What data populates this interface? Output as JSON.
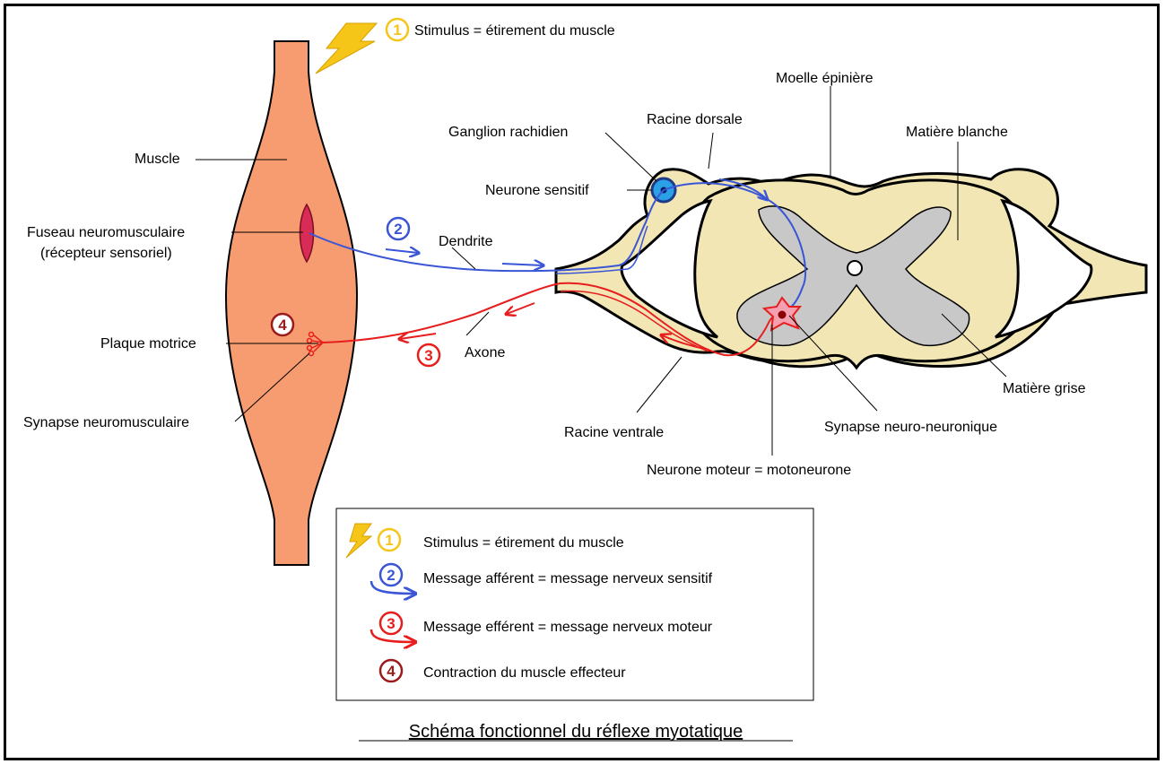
{
  "colors": {
    "muscle": "#F79C70",
    "spinal_cord": "#F2E6B4",
    "grey_matter": "#C8C8C8",
    "afferent": "#3A56D6",
    "efferent": "#E61E1E",
    "stimulus": "#F5C518",
    "contraction": "#9B1B1B"
  },
  "numbers": {
    "n1": "1",
    "n2": "2",
    "n3": "3",
    "n4": "4"
  },
  "labels": {
    "stimulus": "Stimulus = étirement du muscle",
    "muscle": "Muscle",
    "fuseau_line1": "Fuseau neuromusculaire",
    "fuseau_line2": "(récepteur sensoriel)",
    "plaque": "Plaque motrice",
    "synapse_nm": "Synapse neuromusculaire",
    "dendrite": "Dendrite",
    "axone": "Axone",
    "ganglion": "Ganglion rachidien",
    "neurone_sensitif": "Neurone sensitif",
    "racine_dorsale": "Racine dorsale",
    "moelle": "Moelle épinière",
    "matiere_blanche": "Matière blanche",
    "matiere_grise": "Matière grise",
    "synapse_nn": "Synapse neuro-neuronique",
    "racine_ventrale": "Racine ventrale",
    "neurone_moteur": "Neurone moteur = motoneurone"
  },
  "legend": {
    "item1": "Stimulus = étirement du muscle",
    "item2": "Message afférent = message nerveux sensitif",
    "item3": "Message efférent = message nerveux moteur",
    "item4": "Contraction du muscle effecteur"
  },
  "caption": "Schéma fonctionnel du réflexe myotatique"
}
